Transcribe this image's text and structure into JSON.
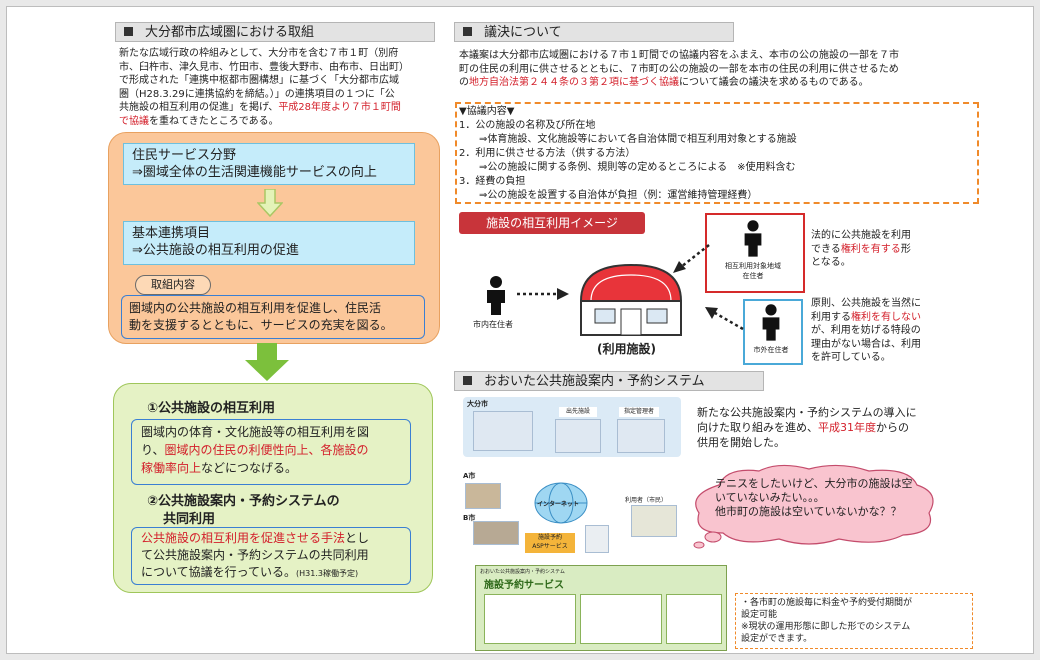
{
  "left": {
    "heading": "大分都市広域圏における取組",
    "intro": [
      "新たな広域行政の枠組みとして、大分市を含む７市１町（別府",
      "市、臼杵市、津久見市、竹田市、豊後大野市、由布市、日出町）",
      "で形成された「連携中枢都市圏構想」に基づく「大分都市広域",
      "圏（H28.3.29に連携協約を締結。）」の連携項目の１つに「公",
      "共施設の相互利用の促進」を掲げ、"
    ],
    "intro_red_1": "平成28年度より７市１町間",
    "intro_red_2": "で協議",
    "intro_tail": "を重ねてきたところである。",
    "box1_line1": "住民サービス分野",
    "box1_line2": "⇒圏域全体の生活関連機能サービスの向上",
    "box2_line1": "基本連携項目",
    "box2_line2": "⇒公共施設の相互利用の促進",
    "torikumi_label": "取組内容",
    "torikumi_line1": "圏域内の公共施設の相互利用を促進し、住民活",
    "torikumi_line2": "動を支援するとともに、サービスの充実を図る。",
    "g1_title": "①公共施設の相互利用",
    "g1_line1": "圏域内の体育・文化施設等の相互利用を図",
    "g1_line2a": "り、",
    "g1_line2b": "圏域内の住民の利便性向上、各施設の",
    "g1_line3a": "稼働率向上",
    "g1_line3b": "などにつなげる。",
    "g2_title1": "②公共施設案内・予約システムの",
    "g2_title2": "共同利用",
    "g2_line1a": "公共施設の相互利用を促進させる手法",
    "g2_line1b": "とし",
    "g2_line2": "て公共施設案内・予約システムの共同利用",
    "g2_line3": "について協議を行っている。",
    "g2_note": "(H31.3稼働予定)"
  },
  "right": {
    "heading1": "議決について",
    "giketsu_line1": "本議案は大分都市広域圏における７市１町間での協議内容をふまえ、本市の公の施設の一部を７市",
    "giketsu_line2": "町の住民の利用に供させるとともに、７市町の公の施設の一部を本市の住民の利用に供させるため",
    "giketsu_line3a": "の",
    "giketsu_line3b": "地方自治法第２４４条の３第２項に基づく協議",
    "giketsu_line3c": "について議会の議決を求めるものである。",
    "kyogi_title": "▼協議内容▼",
    "kyogi": [
      "1．公の施設の名称及び所在地",
      "　　⇒体育施設、文化施設等において各自治体間で相互利用対象とする施設",
      "2．利用に供させる方法（供する方法）",
      "　　⇒公の施設に関する条例、規則等の定めるところによる　※使用料含む",
      "3．経費の負担",
      "　　⇒公の施設を設置する自治体が負担（例：運営維持管理経費）"
    ],
    "image_label": "施設の相互利用イメージ",
    "resident_city": "市内在住者",
    "resident_area1": "相互利用対象地域",
    "resident_area2": "在住者",
    "resident_out": "市外在住者",
    "facility_label": "(利用施設)",
    "right1_a": "法的に公共施設を利用",
    "right1_b1": "できる",
    "right1_b2": "権利を有する",
    "right1_b3": "形",
    "right1_c": "となる。",
    "right2_a": "原則、公共施設を当然に",
    "right2_b1": "利用する",
    "right2_b2": "権利を有しない",
    "right2_c": "が、利用を妨げる特段の",
    "right2_d": "理由がない場合は、利用",
    "right2_e": "を許可している。",
    "heading2": "おおいた公共施設案内・予約システム",
    "sys_line1": "新たな公共施設案内・予約システムの導入に",
    "sys_line2": "向けた取り組みを進め、",
    "sys_red": "平成31年度",
    "sys_line2b": "からの",
    "sys_line3": "供用を開始した。",
    "cloud1": "テニスをしたいけど、大分市の施設は空",
    "cloud2": "いていないみたい。。。",
    "cloud3": "他市町の施設は空いていないかな？？",
    "note1": "・各市町の施設毎に料金や予約受付期間が",
    "note2": "設定可能",
    "note3": "※現状の運用形態に即した形でのシステム",
    "note4": "設定ができます。",
    "diag_oita": "大分市",
    "diag_dept1": "出先施設",
    "diag_dept2": "指定管理者",
    "diag_a": "A市",
    "diag_b": "B市",
    "diag_net": "インターネット",
    "diag_user": "利用者（市民）",
    "diag_asp1": "施設予約",
    "diag_asp2": "ASPサービス",
    "scr_title": "施設予約サービス",
    "scr_header": "おおいた公共施設案内・予約システム"
  },
  "colors": {
    "orange_fill": "#fbc79a",
    "green_fill": "#e5f2c5",
    "blue_fill": "#c5ecfa",
    "red": "#d3202b",
    "arrow": "#7cc03c",
    "label_bg": "#c8343a"
  }
}
